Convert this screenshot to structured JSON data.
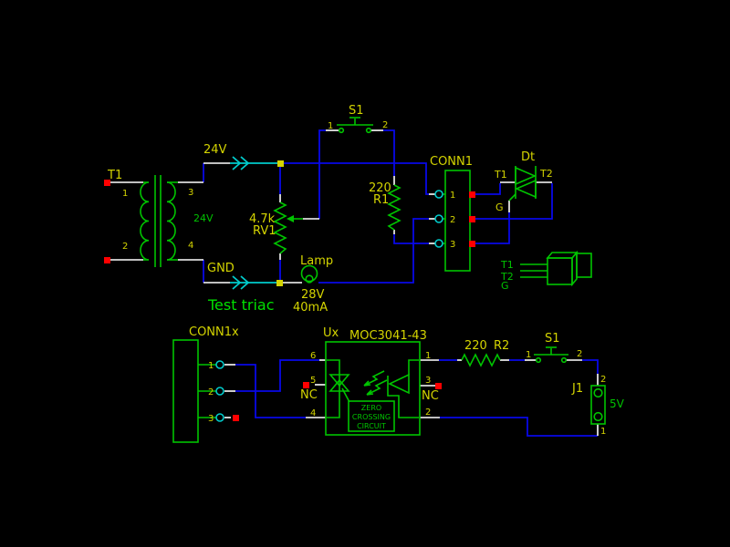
{
  "palette": {
    "background": "#000000",
    "wire_blue": "#0808E8",
    "component_green": "#00C400",
    "label_yellow": "#D4D400",
    "pin_white": "#FFFFFF",
    "bus_cyan": "#00CCCC",
    "no_connect_red": "#FF0000",
    "caption_green": "#00E000"
  },
  "top": {
    "transformer": {
      "ref": "T1",
      "value": "24V",
      "pin1": "1",
      "pin2": "2",
      "pin3": "3",
      "pin4": "4"
    },
    "net_24v": "24V",
    "net_gnd": "GND",
    "rv1": {
      "value": "4.7k",
      "ref": "RV1"
    },
    "s1": {
      "ref": "S1",
      "pin1": "1",
      "pin2": "2"
    },
    "r1": {
      "value": "220",
      "ref": "R1"
    },
    "conn1": {
      "ref": "CONN1",
      "pin1": "1",
      "pin2": "2",
      "pin3": "3"
    },
    "dt": {
      "ref": "Dt",
      "t1": "T1",
      "t2": "T2",
      "g": "G"
    },
    "pkg": {
      "t1": "T1",
      "t2": "T2",
      "g": "G"
    },
    "lamp": {
      "label": "Lamp",
      "voltage": "28V",
      "current": "40mA"
    },
    "caption": "Test triac"
  },
  "bottom": {
    "conn1x": {
      "ref": "CONN1x",
      "pin1": "1",
      "pin2": "2",
      "pin3": "3"
    },
    "opto": {
      "ref": "Ux",
      "value": "MOC3041-43",
      "pin6": "6",
      "pin5": "5",
      "pin4": "4",
      "pin1": "1",
      "pin3": "3",
      "pin2": "2",
      "nc_left": "NC",
      "nc_right": "NC",
      "zc_line1": "ZERO",
      "zc_line2": "CROSSING",
      "zc_line3": "CIRCUIT"
    },
    "r2": {
      "value": "220",
      "ref": "R2"
    },
    "s1": {
      "ref": "S1",
      "pin1": "1",
      "pin2": "2"
    },
    "j1": {
      "ref": "J1",
      "value": "5V",
      "pin2": "2",
      "pin1": "1"
    }
  }
}
